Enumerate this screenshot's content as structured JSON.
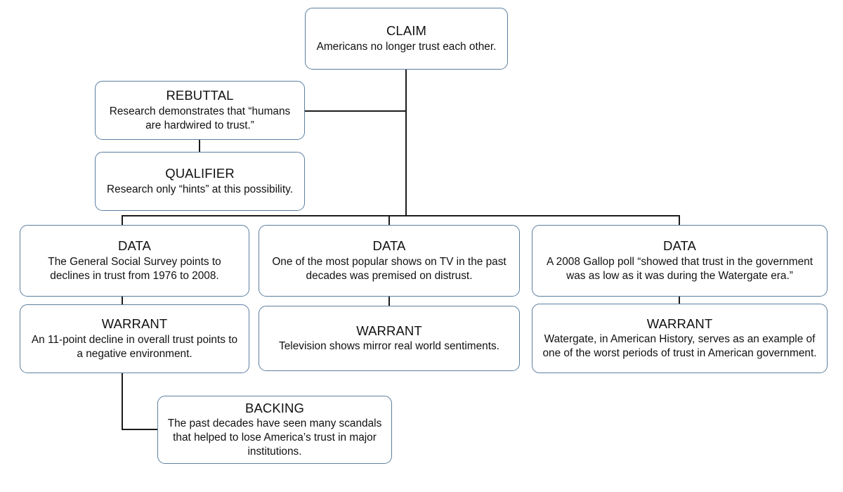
{
  "diagram": {
    "type": "toulmin-argument-map",
    "title_text": "Toulmin argument diagram on American trust",
    "accent_border_color": "#5b7fa0",
    "connector_color": "#1c1c1c",
    "background_color": "#ffffff",
    "nodes": [
      {
        "id": "claim",
        "title": "CLAIM",
        "body": "Americans no longer trust each other."
      },
      {
        "id": "rebuttal",
        "title": "REBUTTAL",
        "body": "Research demonstrates that “humans are hardwired to trust.”"
      },
      {
        "id": "qualifier",
        "title": "QUALIFIER",
        "body": "Research only “hints” at this possibility."
      },
      {
        "id": "data-1",
        "title": "DATA",
        "body": "The General Social Survey points to declines in trust from 1976 to 2008."
      },
      {
        "id": "data-2",
        "title": "DATA",
        "body": "One of the most popular shows on TV in the past decades was premised on distrust."
      },
      {
        "id": "data-3",
        "title": "DATA",
        "body": "A 2008 Gallop poll “showed that trust in the government was as low as it was during the Watergate era.”"
      },
      {
        "id": "warrant-1",
        "title": "WARRANT",
        "body": "An 11-point decline in overall trust points to a negative environment."
      },
      {
        "id": "warrant-2",
        "title": "WARRANT",
        "body": "Television shows mirror real world sentiments."
      },
      {
        "id": "warrant-3",
        "title": "WARRANT",
        "body": "Watergate, in American History, serves as an example of one of the worst periods of trust in American government."
      },
      {
        "id": "backing",
        "title": "BACKING",
        "body": "The past decades have seen many scandals that helped to lose America’s trust in major institutions."
      }
    ]
  }
}
